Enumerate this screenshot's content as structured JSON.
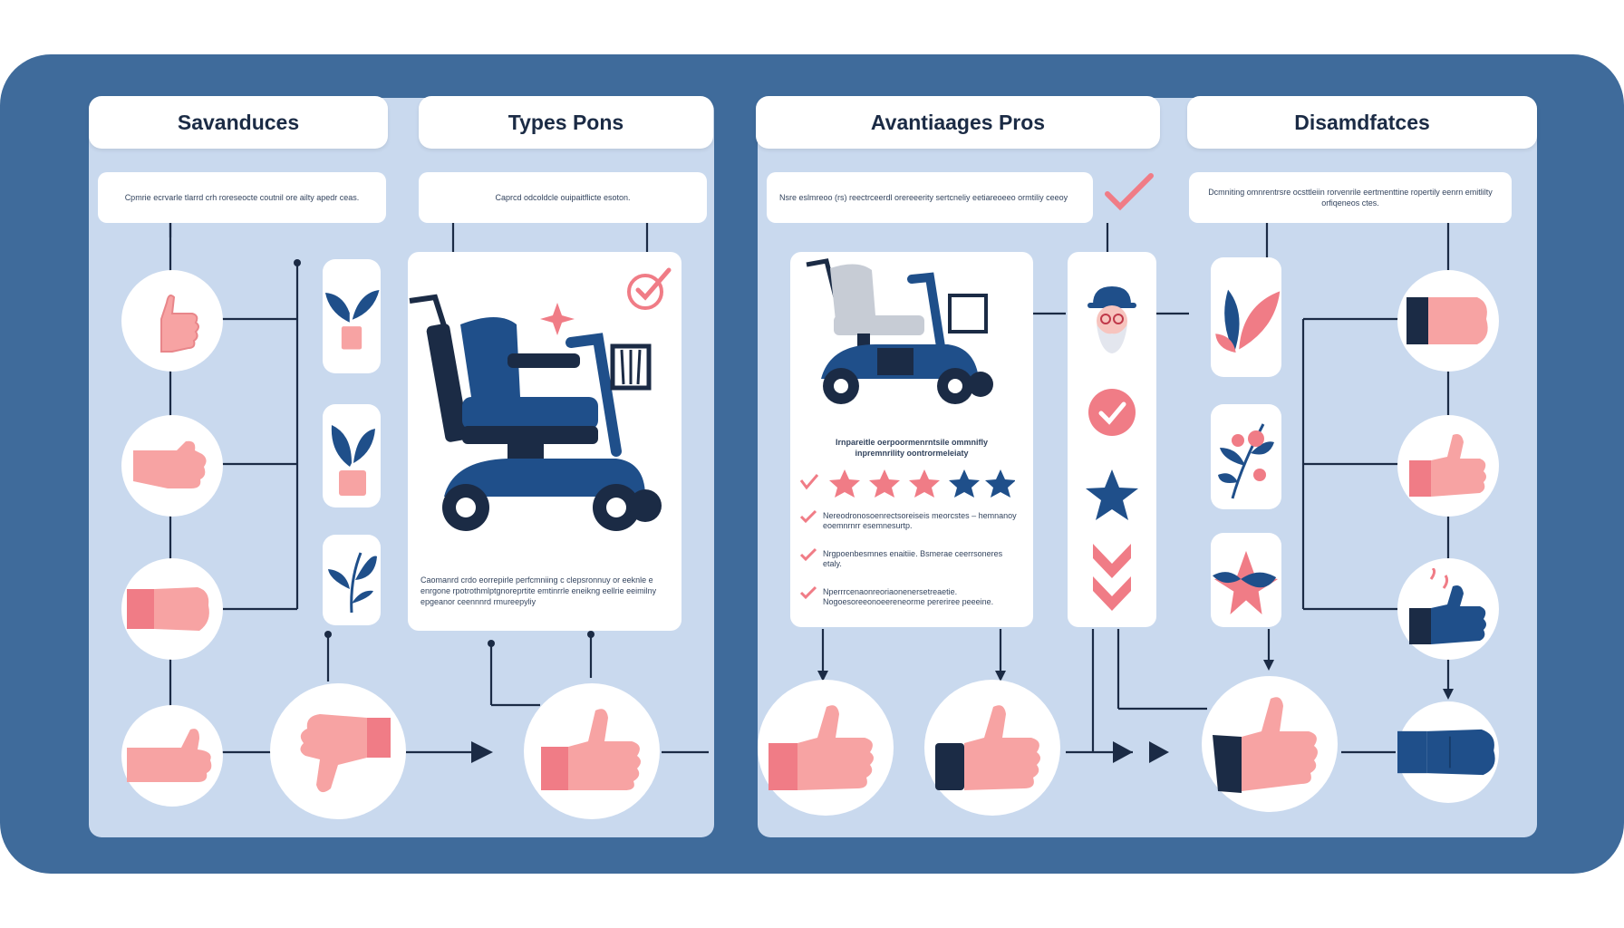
{
  "colors": {
    "frame": "#3f6b9b",
    "panel": "#c9d9ee",
    "navy": "#1f4f8a",
    "pink": "#f07c86",
    "skin": "#f7a3a3",
    "dark": "#1b2b45"
  },
  "columns": [
    {
      "title": "Savanduces",
      "note": "Cpmrie ecrvarle tlarrd crh roreseocte coutnil ore ailty apedr ceas."
    },
    {
      "title": "Types Pons",
      "note": "Caprcd odcoldcle ouipaitflicte esoton."
    },
    {
      "title": "Avantiaages Pros",
      "note": "Nsre eslmreoo (rs) reectrceerdl orereeerity sertcneliy eetiareoeeo ormtiliy ceeoy"
    },
    {
      "title": "Disamdfatces",
      "note": "Dcmniting omnrentrsre ocsttleiin rorvenrile eertmenttine ropertily eenrn emitlilty orfiqeneos ctes."
    }
  ],
  "scooter_card_left": {
    "text": "Caomanrd crdo eorrepirle perfcmniing c clepsronnuy or eeknle e enrgone rpotrothmlptgnoreprtite emtinrrle eneikng eellrie eeimilny epgeanor ceennnrd rmureepyliy"
  },
  "scooter_card_right": {
    "heading": "Irnpareitle oerpoormenrntsile ommnifly inpremnrility oontrormeleiaty",
    "items": [
      "Nereodronosoenrectsoreiseis meorcstes –  hemnanoy eoemnrnrr esemnesurtp.",
      "Nrgpoenbesmnes enaitiie. Bsmerae ceerrsoneres etaly.",
      "Nperrrcenaonreoriaonenersetreaetie. Nogoesoreeonoeereneorme pereriree peeeine."
    ]
  },
  "icons": {
    "col1": [
      "thumb-up-icon",
      "thumb-side-icon",
      "fist-icon",
      "thumb-up-small-icon"
    ],
    "plants": [
      "plant-pot-icon",
      "plant-pot-small-icon",
      "leaf-sprig-icon"
    ],
    "col3": [
      "elderly-person-icon",
      "check-circle-icon",
      "star-icon",
      "down-arrows-icon"
    ],
    "col4_plants": [
      "leaf-icon",
      "flower-branch-icon",
      "flower-icon"
    ],
    "col4": [
      "fist-dark-icon",
      "thumb-up-pink-icon",
      "thumb-up-blue-icon",
      "fist-blue-icon"
    ]
  }
}
